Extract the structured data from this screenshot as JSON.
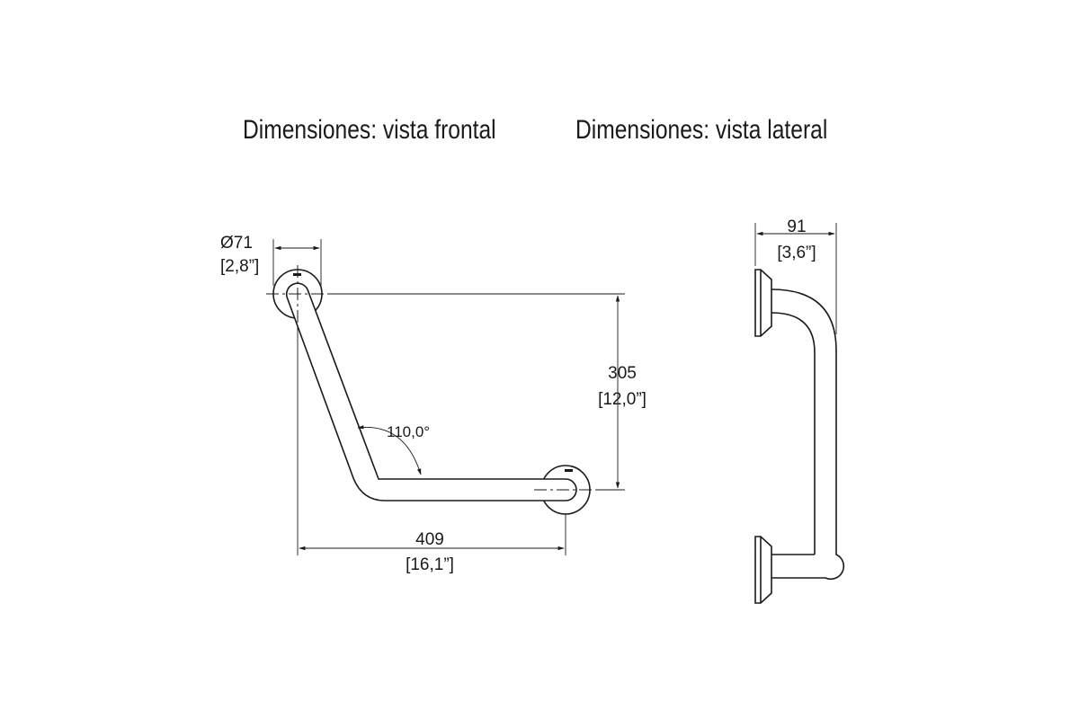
{
  "titles": {
    "front": "Dimensiones: vista frontal",
    "side": "Dimensiones: vista lateral"
  },
  "front_view": {
    "diameter": {
      "mm": "Ø71",
      "in": "[2,8”]"
    },
    "height": {
      "mm": "305",
      "in": "[12,0”]"
    },
    "width": {
      "mm": "409",
      "in": "[16,1”]"
    },
    "angle": "110,0°"
  },
  "side_view": {
    "depth": {
      "mm": "91",
      "in": "[3,6”]"
    }
  }
}
